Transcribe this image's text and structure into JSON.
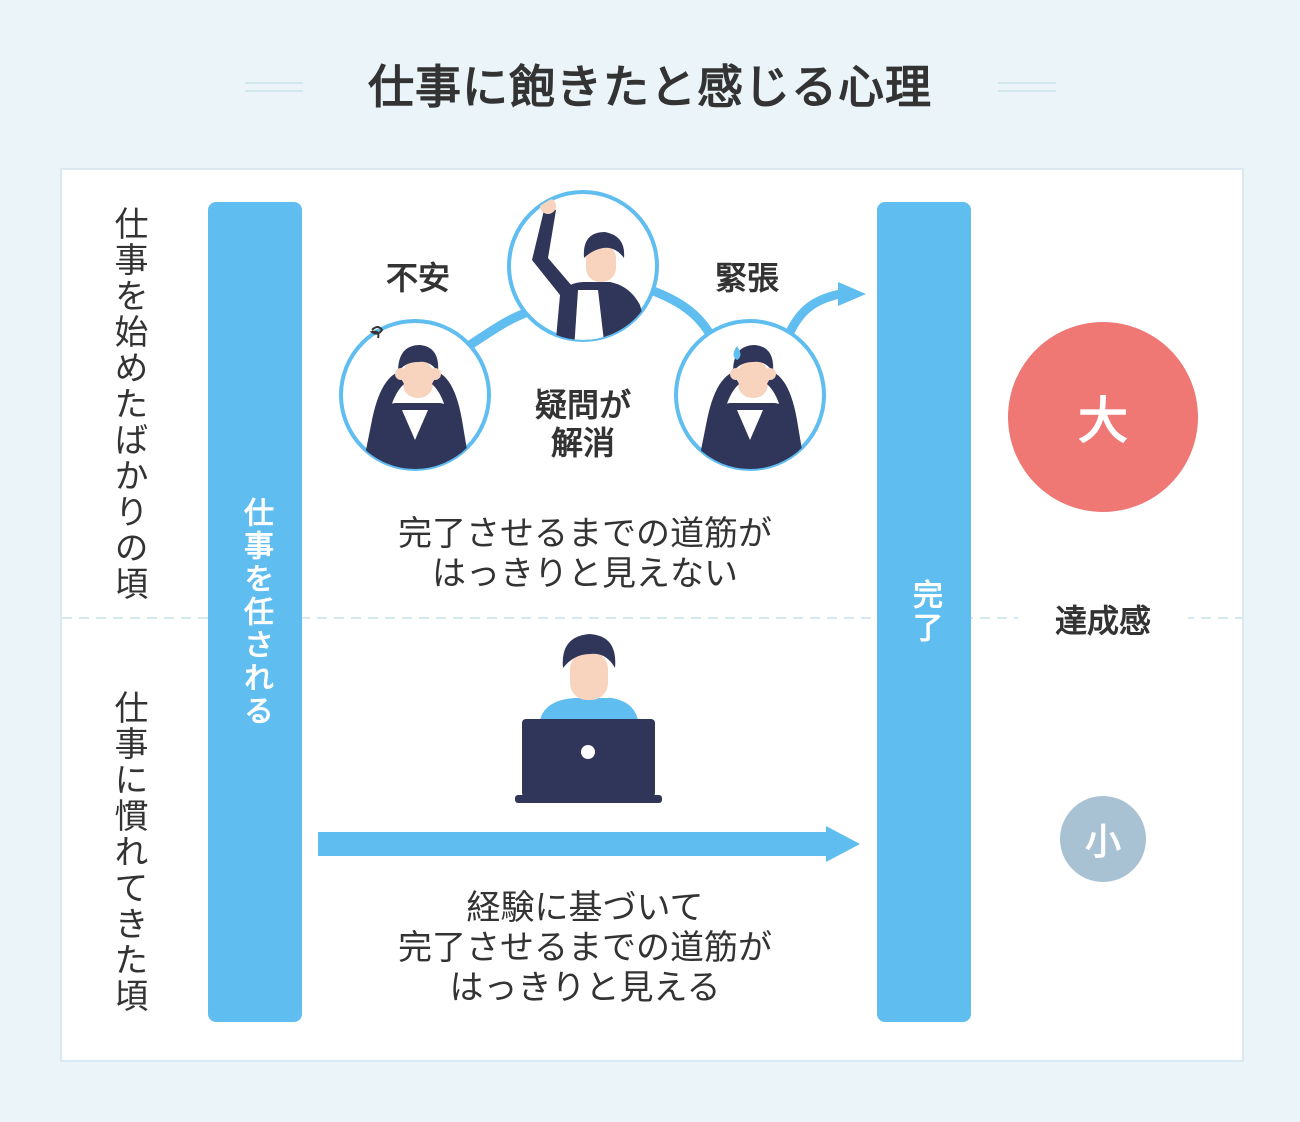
{
  "title": "仕事に飽きたと感じる心理",
  "rows": {
    "top_label": "仕事を始めたばかりの頃",
    "bottom_label": "仕事に慣れてきた頃"
  },
  "bars": {
    "start": "仕事を任される",
    "end": "完了"
  },
  "top_flow": {
    "emotion_left": "不安",
    "emotion_right": "緊張",
    "middle_line1": "疑問が",
    "middle_line2": "解消",
    "caption_line1": "完了させるまでの道筋が",
    "caption_line2": "はっきりと見えない"
  },
  "bottom_flow": {
    "caption_line1": "経験に基づいて",
    "caption_line2": "完了させるまでの道筋が",
    "caption_line3": "はっきりと見える"
  },
  "achievement": {
    "label": "達成感",
    "large": "大",
    "small": "小"
  },
  "colors": {
    "bar_blue": "#5fbdf0",
    "large_red": "#ef7774",
    "small_gray": "#a9c2d3",
    "suit_navy": "#2f3659",
    "background": "#eaf4f9"
  }
}
